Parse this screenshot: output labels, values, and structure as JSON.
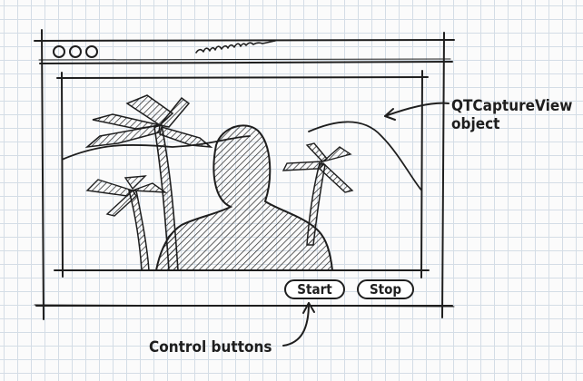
{
  "annotations": {
    "capture_view": [
      "QTCaptureView",
      "object"
    ],
    "controls": "Control buttons"
  },
  "window": {
    "title_scribble": "",
    "buttons": {
      "start": "Start",
      "stop": "Stop"
    }
  },
  "colors": {
    "ink": "#1e1e1e",
    "grid": "#d4dde6",
    "paper": "#fbfbfb"
  },
  "icons": [
    "window-close-icon",
    "window-minimize-icon",
    "window-zoom-icon",
    "palm-tree-icon",
    "person-silhouette-icon",
    "arrow-icon"
  ]
}
